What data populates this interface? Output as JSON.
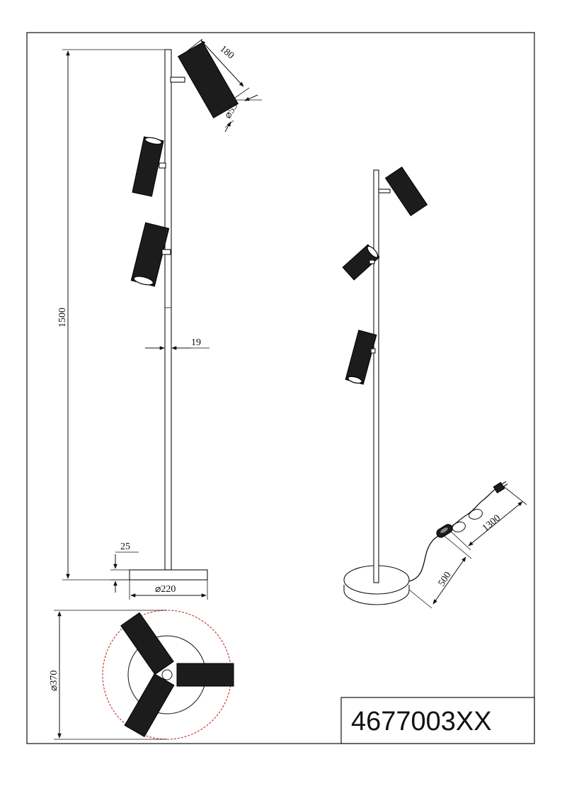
{
  "drawing": {
    "product_code": "4677003XX",
    "dimensions": {
      "shade_length": "180",
      "shade_diameter": "⌀55",
      "pole_diameter": "19",
      "total_height": "1500",
      "base_height": "25",
      "base_diameter": "⌀220",
      "spread_diameter": "⌀370",
      "cable_to_switch": "500",
      "switch_to_plug": "1300"
    },
    "colors": {
      "line": "#111111",
      "shade": "#1c1c1c",
      "spread_circle": "#cc2b2b"
    }
  }
}
